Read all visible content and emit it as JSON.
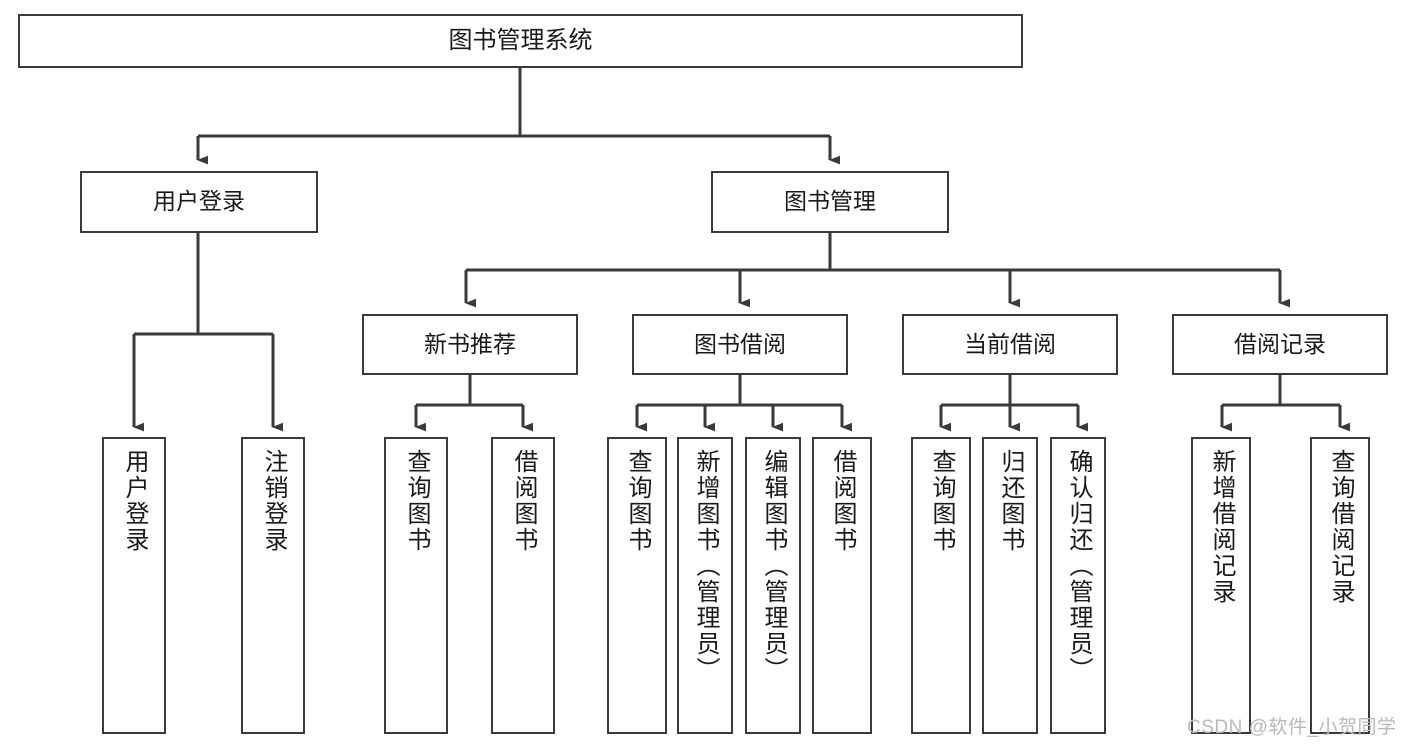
{
  "diagram": {
    "title": "图书管理系统",
    "root": {
      "label": "图书管理系统"
    },
    "level1": [
      {
        "label": "用户登录"
      },
      {
        "label": "图书管理"
      }
    ],
    "level2": [
      {
        "label": "新书推荐"
      },
      {
        "label": "图书借阅"
      },
      {
        "label": "当前借阅"
      },
      {
        "label": "借阅记录"
      }
    ],
    "leaves": {
      "user_login": [
        {
          "label": "用户登录"
        },
        {
          "label": "注销登录"
        }
      ],
      "new_book_recommend": [
        {
          "label": "查询图书"
        },
        {
          "label": "借阅图书"
        }
      ],
      "book_borrow": [
        {
          "label": "查询图书"
        },
        {
          "label": "新增图书（管理员）"
        },
        {
          "label": "编辑图书（管理员）"
        },
        {
          "label": "借阅图书"
        }
      ],
      "current_borrow": [
        {
          "label": "查询图书"
        },
        {
          "label": "归还图书"
        },
        {
          "label": "确认归还（管理员）"
        }
      ],
      "borrow_record": [
        {
          "label": "新增借阅记录"
        },
        {
          "label": "查询借阅记录"
        }
      ]
    }
  },
  "watermark": {
    "text": "CSDN @软件_小贺同学"
  },
  "colors": {
    "border": "#3a3a3a",
    "text": "#1a1a1a",
    "background": "#ffffff",
    "watermark": "#b9b9b9"
  }
}
